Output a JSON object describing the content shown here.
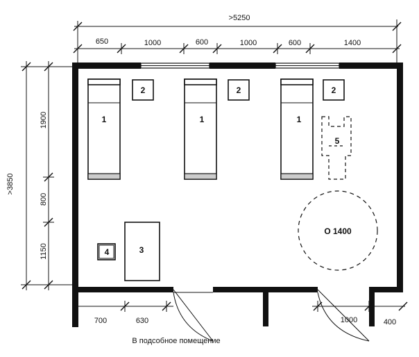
{
  "dimensions": {
    "top_total": ">5250",
    "top_segments": [
      "650",
      "1000",
      "600",
      "1000",
      "600",
      "1400"
    ],
    "left_total": ">3850",
    "left_segments": [
      "1900",
      "800",
      "1150"
    ],
    "bottom_left": [
      "700",
      "630"
    ],
    "bottom_right": [
      "1000",
      "400"
    ]
  },
  "furniture_labels": {
    "bed": "1",
    "nightstand": "2",
    "table": "3",
    "stool": "4",
    "rollator": "5",
    "turning_circle": "O 1400"
  },
  "caption": "В подсобное помещение"
}
